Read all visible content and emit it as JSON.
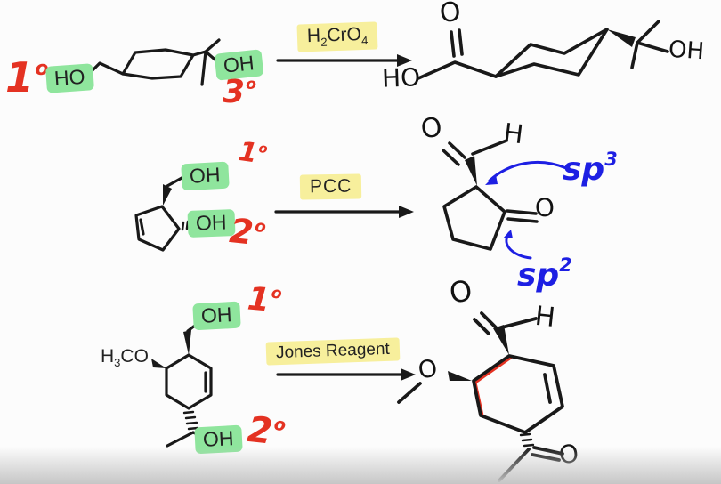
{
  "colors": {
    "green_highlight": "#8fe59d",
    "yellow_highlight": "#f7ef9c",
    "red_ink": "#e43222",
    "blue_ink": "#1d1fe3",
    "black_ink": "#191919",
    "typed_text": "#222222",
    "canvas_bg": "#fcfcfc"
  },
  "rows": [
    {
      "name": "chromic-acid-oxidation",
      "reagent": {
        "f1": "H",
        "s1": "2",
        "f2": "CrO",
        "s2": "4"
      },
      "reactant": {
        "ho": "HO",
        "oh": "OH",
        "deg_left_num": "1",
        "deg_left_sup": "o",
        "deg_right_num": "3",
        "deg_right_sup": "o"
      },
      "product": {
        "o": "O",
        "ho": "HO",
        "oh": "OH"
      }
    },
    {
      "name": "pcc-oxidation",
      "reagent": {
        "f1": "PCC"
      },
      "reactant": {
        "oh_top": "OH",
        "oh_bottom": "OH",
        "deg_top_num": "1",
        "deg_top_sup": "o",
        "deg_bottom_num": "2",
        "deg_bottom_sup": "o"
      },
      "product": {
        "o_top": "O",
        "h": "H",
        "o_right": "O"
      },
      "ann": {
        "sp3": "sp",
        "sp3_sup": "3",
        "sp2": "sp",
        "sp2_sup": "2"
      }
    },
    {
      "name": "jones-oxidation",
      "reagent": {
        "f1": "Jones Reagent"
      },
      "reactant": {
        "h3co_h": "H",
        "h3co_sub": "3",
        "h3co_co": "CO",
        "oh_top": "OH",
        "oh_bottom": "OH",
        "deg_top_num": "1",
        "deg_top_sup": "o",
        "deg_bottom_num": "2",
        "deg_bottom_sup": "o"
      },
      "product": {
        "o_top": "O",
        "h": "H",
        "o_ether": "O",
        "o_ketone": "O"
      }
    }
  ]
}
